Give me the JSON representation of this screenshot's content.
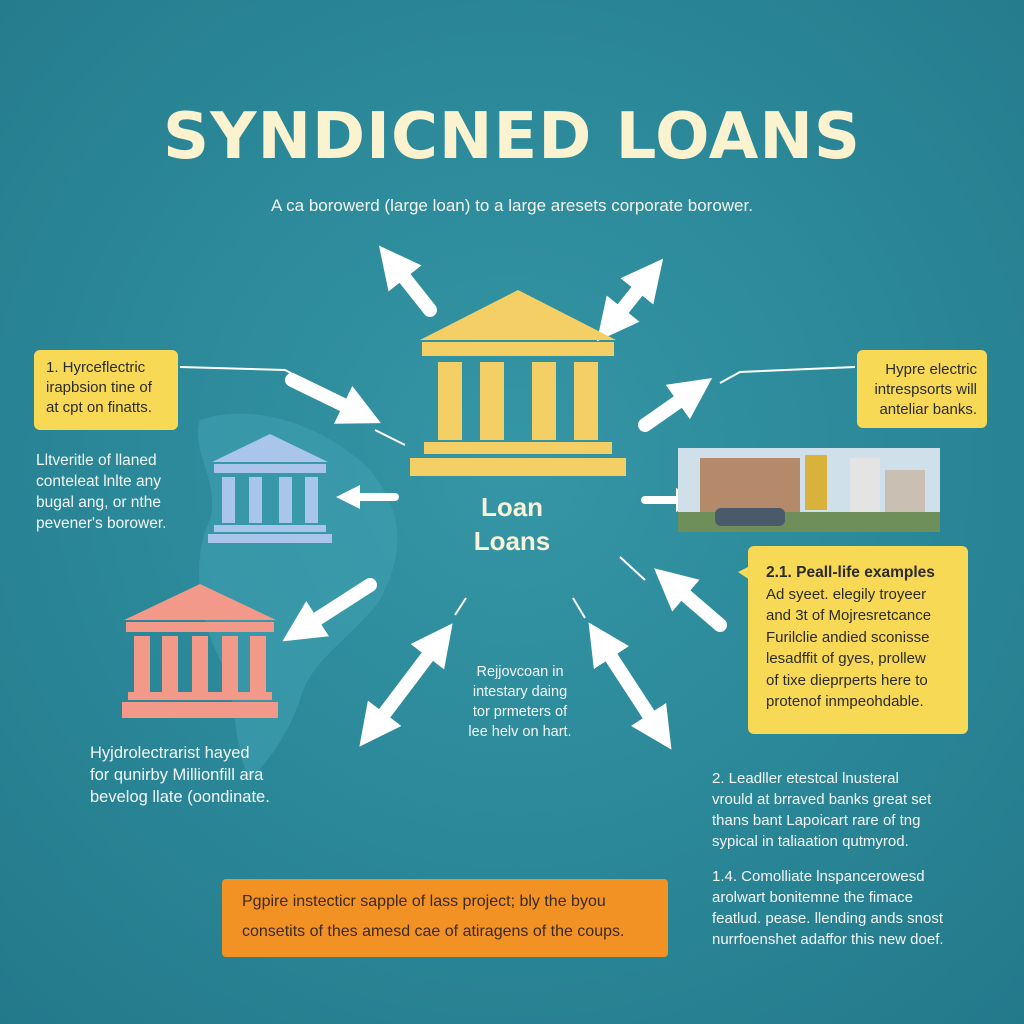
{
  "title": "SYNDICNED LOANS",
  "subtitle": "A ca borowerd (large loan) to a large aresets corporate borower.",
  "center": {
    "line1": "Loan",
    "line2": "Loans"
  },
  "left_callout": {
    "lines": [
      "1. Hyrceflectric",
      "irapbsion tine of",
      "at cpt on finatts."
    ]
  },
  "left_text": {
    "lines": [
      "Lltveritle of llaned",
      "conteleat lnlte any",
      "bugal ang, or nthe",
      "pevener's borower."
    ]
  },
  "left_bottom_text": {
    "lines": [
      "Hyjdrolectrarist hayed",
      "for qunirby Millionfill ara",
      "bevelog llate (oondinate."
    ]
  },
  "right_callout": {
    "lines": [
      "Hypre electric",
      "intrespsorts will",
      "anteliar banks."
    ]
  },
  "examples_box": {
    "heading": "2.1. Peall-life examples",
    "lines": [
      "Ad syeet. elegily troyeer",
      "and 3t of Mojresretcance",
      "Furilclie andied sconisse",
      "lesadffit of gyes, prollew",
      "of tixe dieprperts here to",
      "protenof inmpeohdable."
    ]
  },
  "center_bottom_text": {
    "lines": [
      "Rejjovcoan in",
      "intestary daing",
      "tor prmeters of",
      "lee helv on hart."
    ]
  },
  "right_bottom_text": {
    "para1": [
      "2. Leadller etestcal lnusteral",
      "vrould  at brraved banks great set",
      "thans bant Lapoicart rare of tng",
      "sypical in taliaation qutmyrod."
    ],
    "para2": [
      "1.4. Comolliate lnspancerowesd",
      "arolwart bonitemne the fimace",
      "featlud. pease. llending ands snost",
      "nurrfoenshet adaffor this new doef."
    ]
  },
  "orange_box": {
    "lines": [
      "Pgpire instecticr sapple of lass project; bly the byou",
      "consetits of thes amesd cae of atiragens of the coups."
    ]
  },
  "colors": {
    "background": "#2a8797",
    "title": "#fbf3cf",
    "yellow": "#f8d955",
    "orange": "#f39224",
    "bank_gold": "#f4cf66",
    "bank_blue": "#a9c6ea",
    "bank_pink": "#f3998a"
  }
}
